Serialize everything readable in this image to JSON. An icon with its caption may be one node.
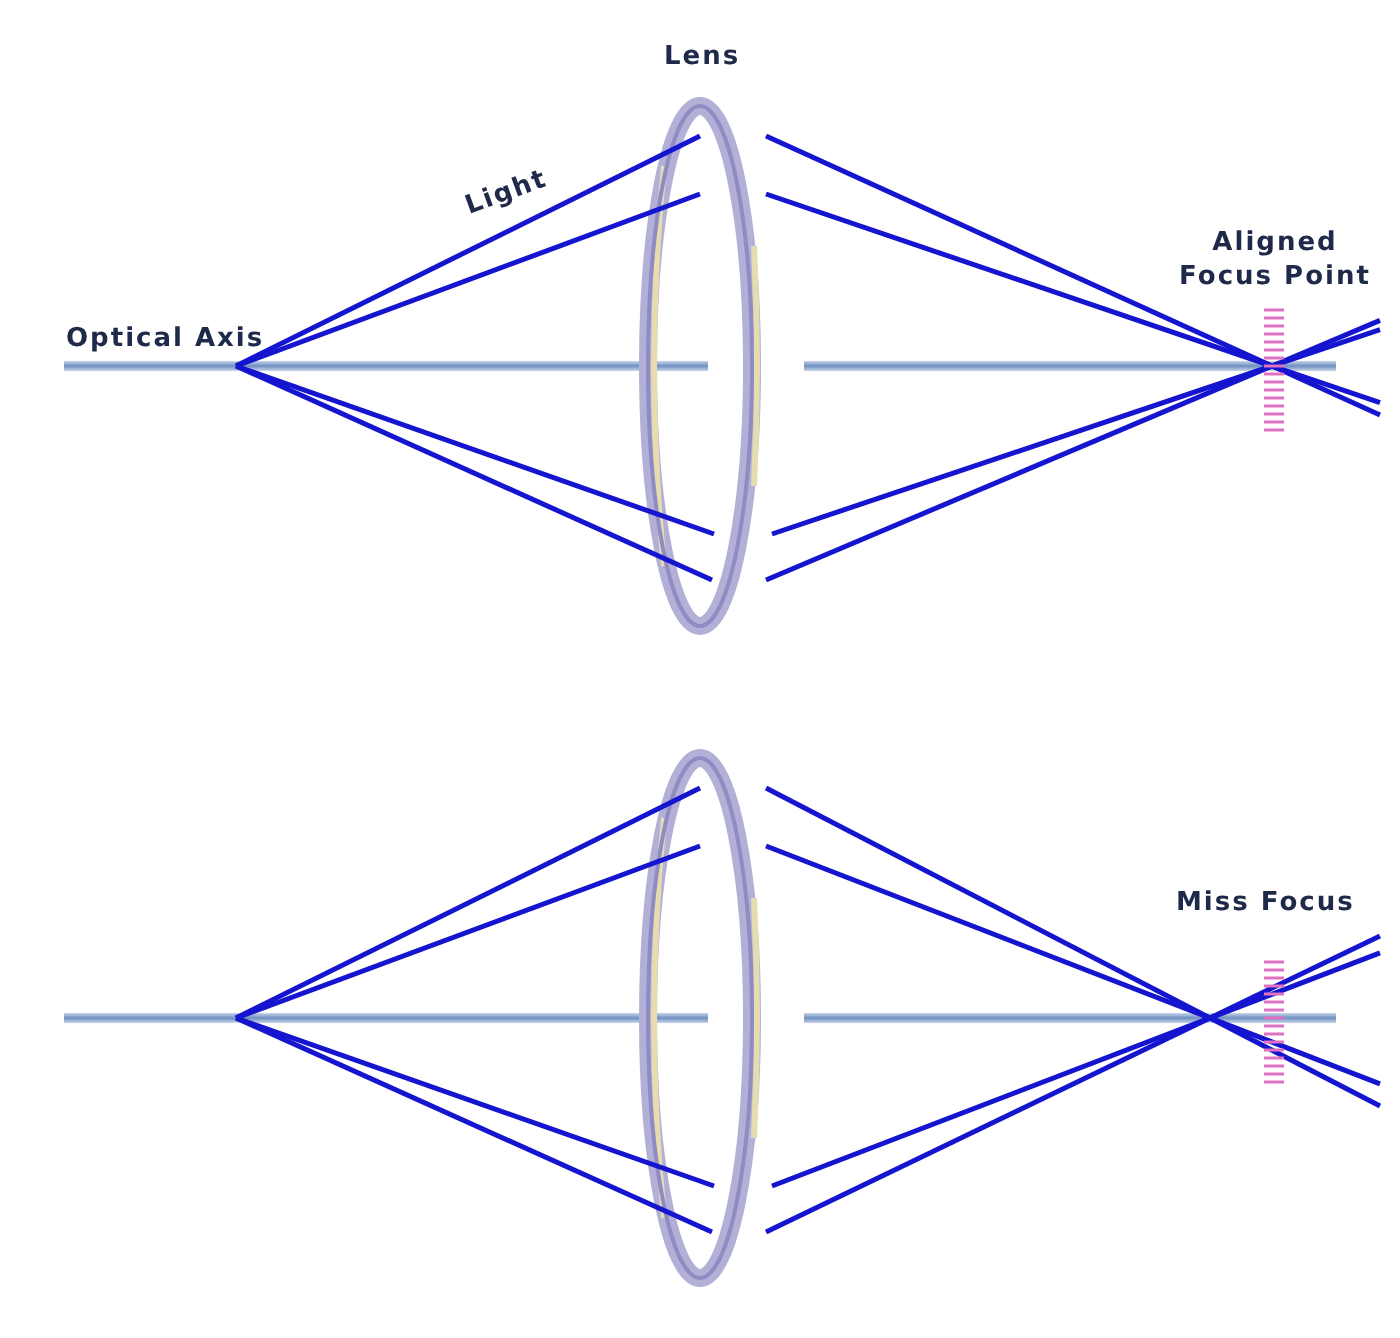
{
  "diagram": {
    "labels": [
      "Lens",
      "Light",
      "Aligned Focus Point",
      "Optical Axis",
      "Miss Focus"
    ]
  }
}
